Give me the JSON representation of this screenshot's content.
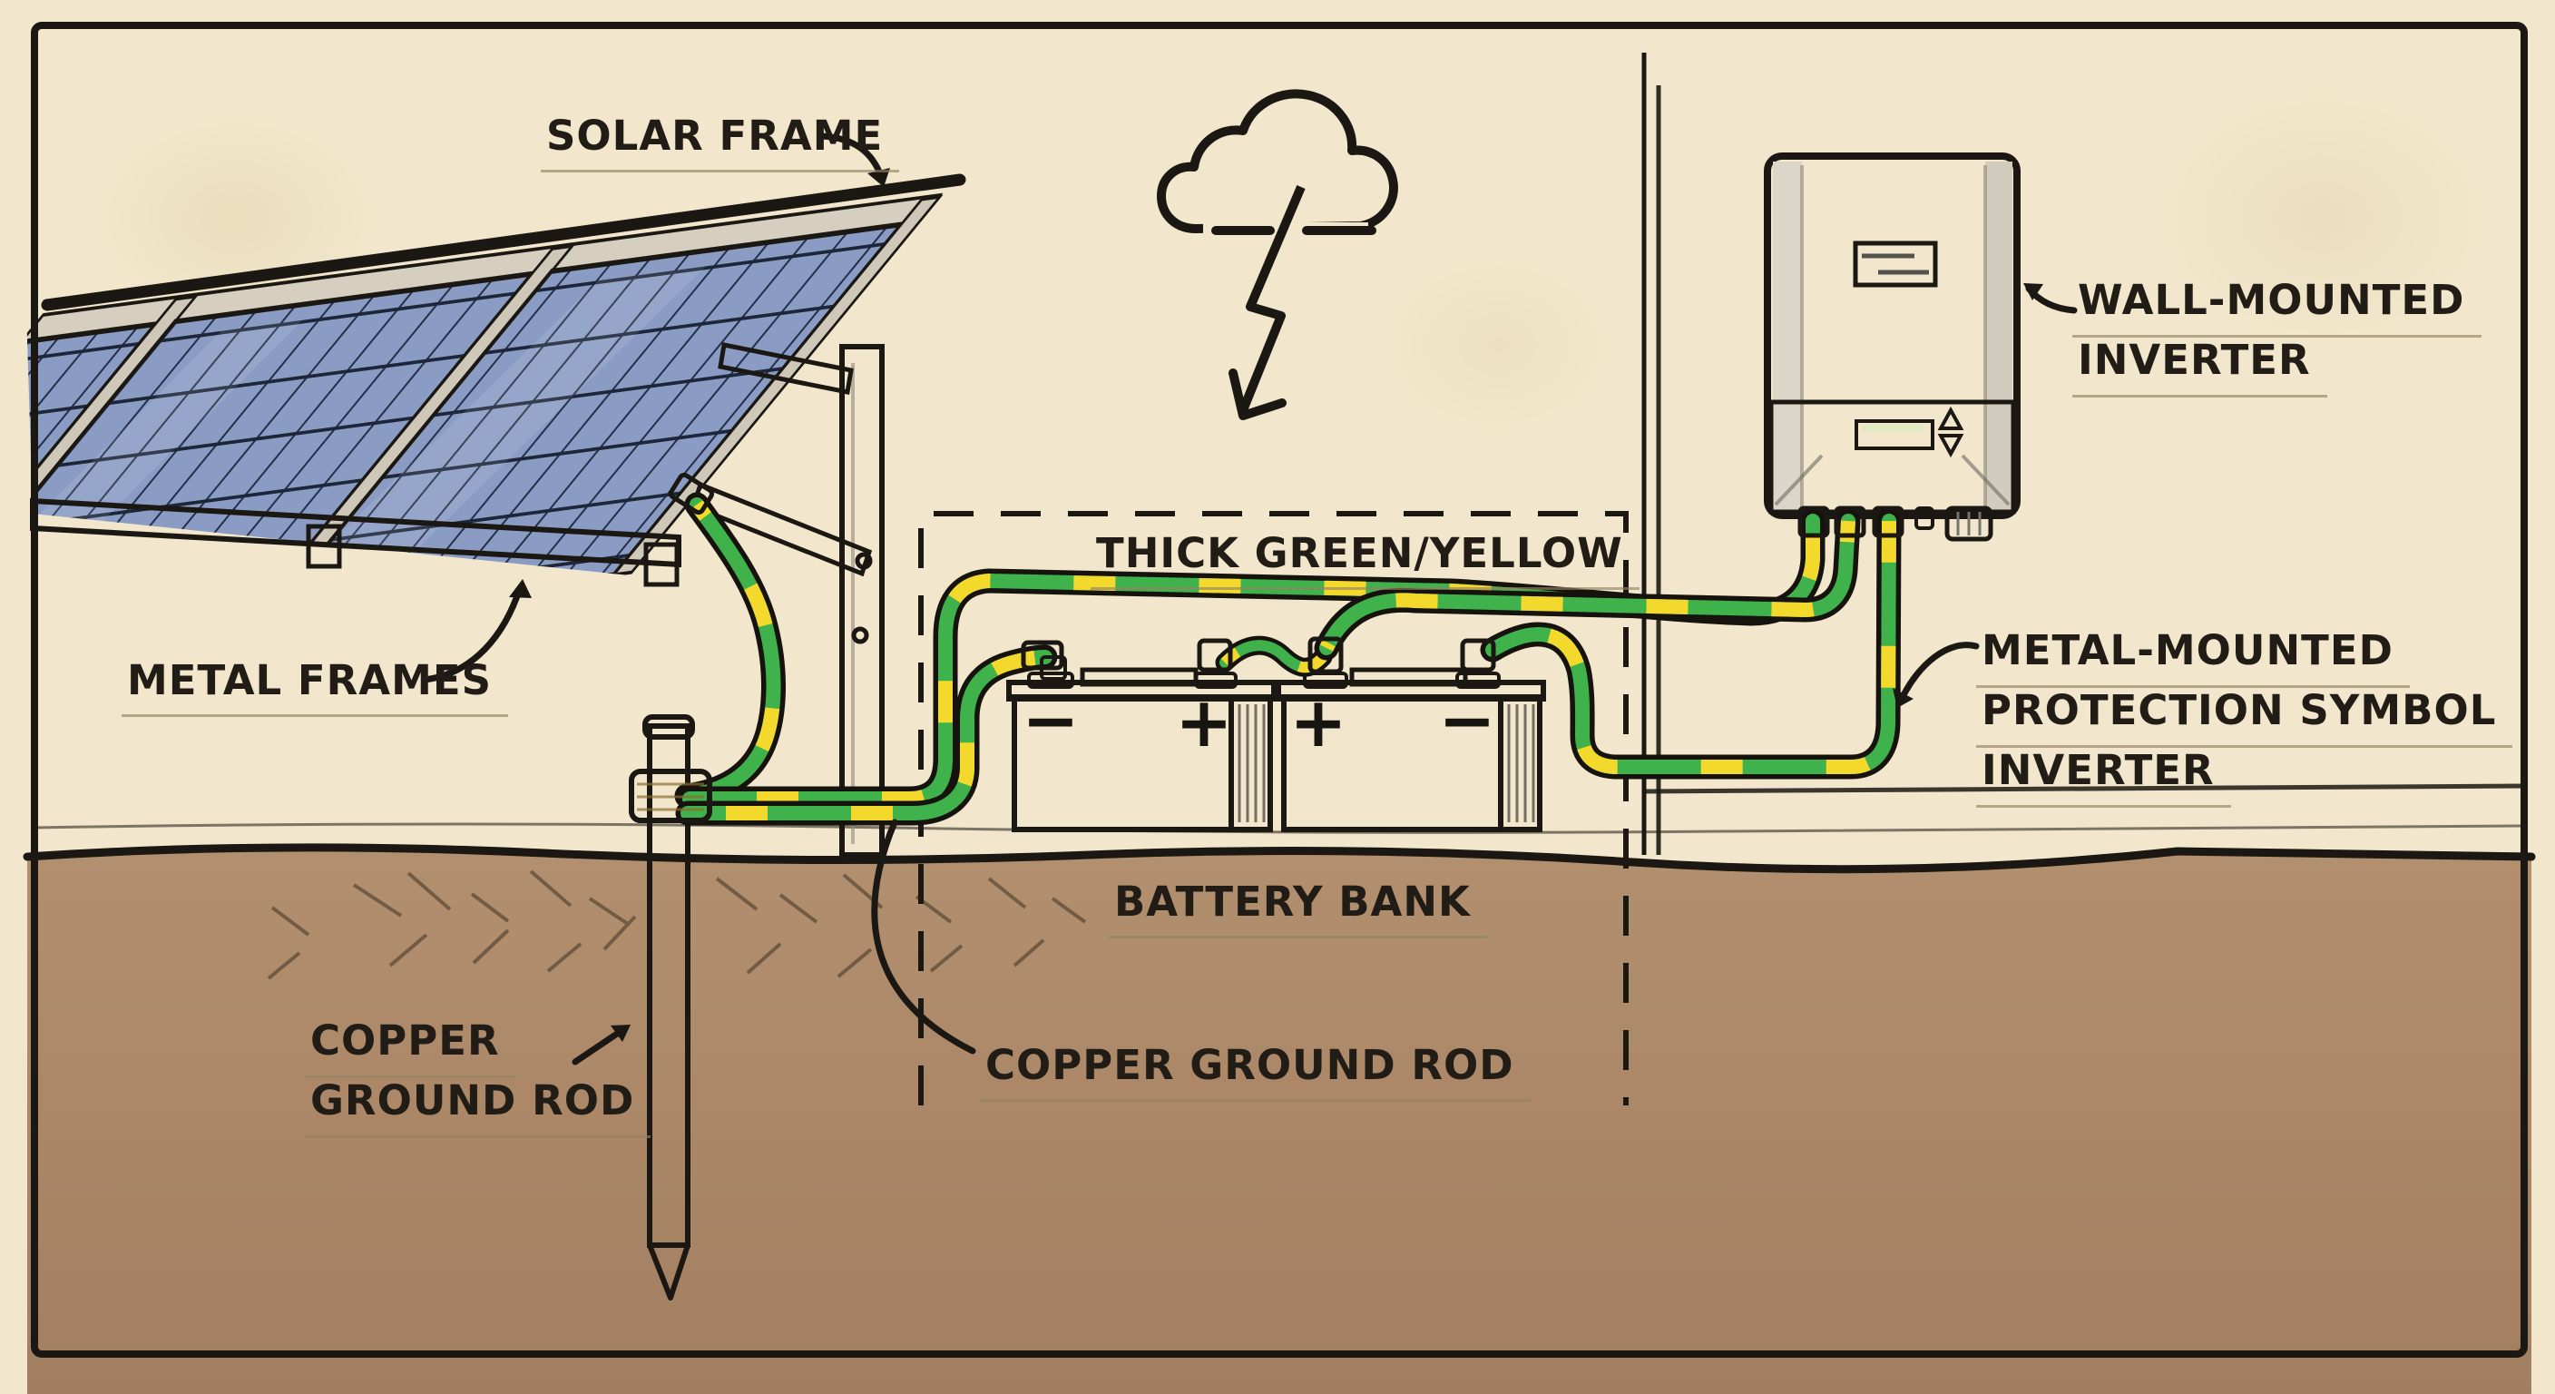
{
  "title": "Solar system grounding diagram",
  "labels": {
    "solar_frame": "SOLAR FRAME",
    "metal_frames": "METAL FRAMES",
    "thick_green_yellow": "THICK GREEN/YELLOW",
    "wall_mounted_inverter": {
      "line1": "WALL-MOUNTED",
      "line2": "INVERTER"
    },
    "metal_mounted_protection": {
      "line1": "METAL-MOUNTED",
      "line2": "PROTECTION SYMBOL",
      "line3": "INVERTER"
    },
    "battery_bank": "BATTERY BANK",
    "copper_ground_rod_side": {
      "line1": "COPPER",
      "line2": "GROUND ROD"
    },
    "copper_ground_rod_bottom": "COPPER GROUND ROD"
  },
  "batteries": [
    {
      "left_sign": "−",
      "right_sign": "+"
    },
    {
      "left_sign": "+",
      "right_sign": "−"
    }
  ],
  "icons": {
    "storm": "cloud-lightning-icon",
    "inverter_up": "up-arrow-icon",
    "inverter_down": "down-arrow-icon"
  },
  "colors": {
    "paper": "#f2e7cc",
    "ink": "#1b1813",
    "soil": "#ae8a69",
    "wire_green": "#3fb24c",
    "wire_yellow": "#f2d92b",
    "copper": "#c08050",
    "brass": "#cda55e",
    "panel_blue": "#8a9cc4",
    "battery_gray": "#9b978b",
    "battery_lid_blue": "#5d6680",
    "lcd_green": "#b5cf8e",
    "frame_gray": "#cfc8b8"
  }
}
